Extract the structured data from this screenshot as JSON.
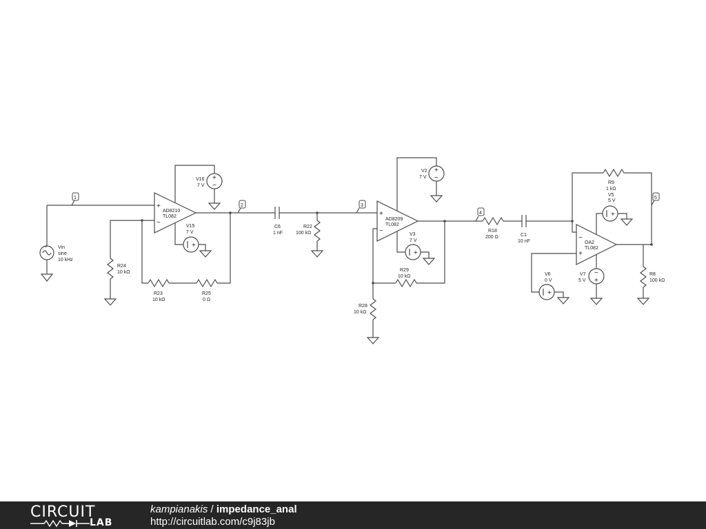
{
  "footer": {
    "logo_top": "CIRCUIT",
    "logo_bottom": "LAB",
    "user": "kampianakis",
    "separator": " / ",
    "title": "impedance_anal",
    "url": "http://circuitlab.com/c9j83jb"
  },
  "nodes": [
    "1",
    "2",
    "3",
    "4",
    "5"
  ],
  "components": {
    "vin": {
      "name": "Vin",
      "type": "sine",
      "freq": "10 kHz"
    },
    "v16": {
      "name": "V16",
      "value": "7 V"
    },
    "v15": {
      "name": "V15",
      "value": "7 V"
    },
    "opamp1": {
      "name": "AD8210",
      "model": "TL082"
    },
    "r24": {
      "name": "R24",
      "value": "10 kΩ"
    },
    "r23": {
      "name": "R23",
      "value": "10 kΩ"
    },
    "r25": {
      "name": "R25",
      "value": "0 Ω"
    },
    "c6": {
      "name": "C6",
      "value": "1 nF"
    },
    "r22": {
      "name": "R22",
      "value": "100 kΩ"
    },
    "v2": {
      "name": "V2",
      "value": "7 V"
    },
    "v3": {
      "name": "V3",
      "value": "7 V"
    },
    "opamp2": {
      "name": "AD8209",
      "model": "TL082"
    },
    "r29": {
      "name": "R29",
      "value": "10 kΩ"
    },
    "r28": {
      "name": "R28",
      "value": "10 kΩ"
    },
    "r18": {
      "name": "R18",
      "value": "200 Ω"
    },
    "c1": {
      "name": "C1",
      "value": "10 nF"
    },
    "r9": {
      "name": "R9",
      "value": "1 kΩ"
    },
    "v5": {
      "name": "V5",
      "value": "5 V"
    },
    "opamp3": {
      "name": "OA2",
      "model": "TL082"
    },
    "v6": {
      "name": "V6",
      "value": "0 V"
    },
    "v7": {
      "name": "V7",
      "value": "5 V"
    },
    "r8": {
      "name": "R8",
      "value": "100 kΩ"
    }
  },
  "symbols": {
    "plus": "+",
    "minus": "−"
  }
}
